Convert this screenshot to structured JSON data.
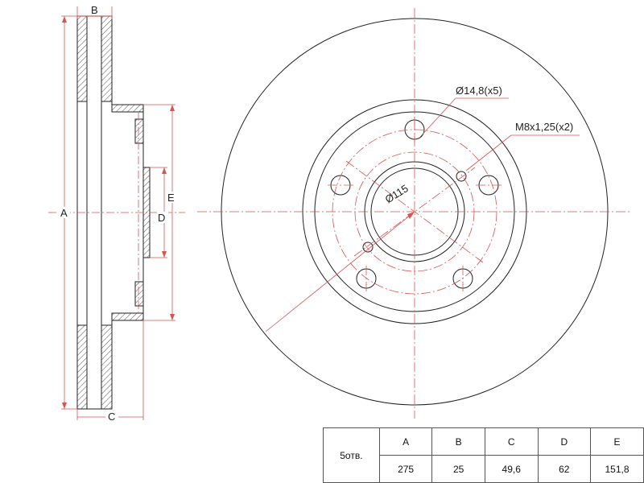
{
  "dimension_labels": {
    "A": "A",
    "B": "B",
    "C": "C",
    "D": "D",
    "E": "E"
  },
  "callouts": {
    "hole_diameter": "Ø14,8(x5)",
    "thread": "M8x1,25(x2)",
    "pcd": "Ø115"
  },
  "specs_table": {
    "row_header": "5отв.",
    "columns": [
      "A",
      "B",
      "C",
      "D",
      "E"
    ],
    "values": [
      "275",
      "25",
      "49,6",
      "62",
      "151,8"
    ]
  },
  "colors": {
    "outline": "#222222",
    "centerline": "#d9534f",
    "hatch": "#555555"
  }
}
